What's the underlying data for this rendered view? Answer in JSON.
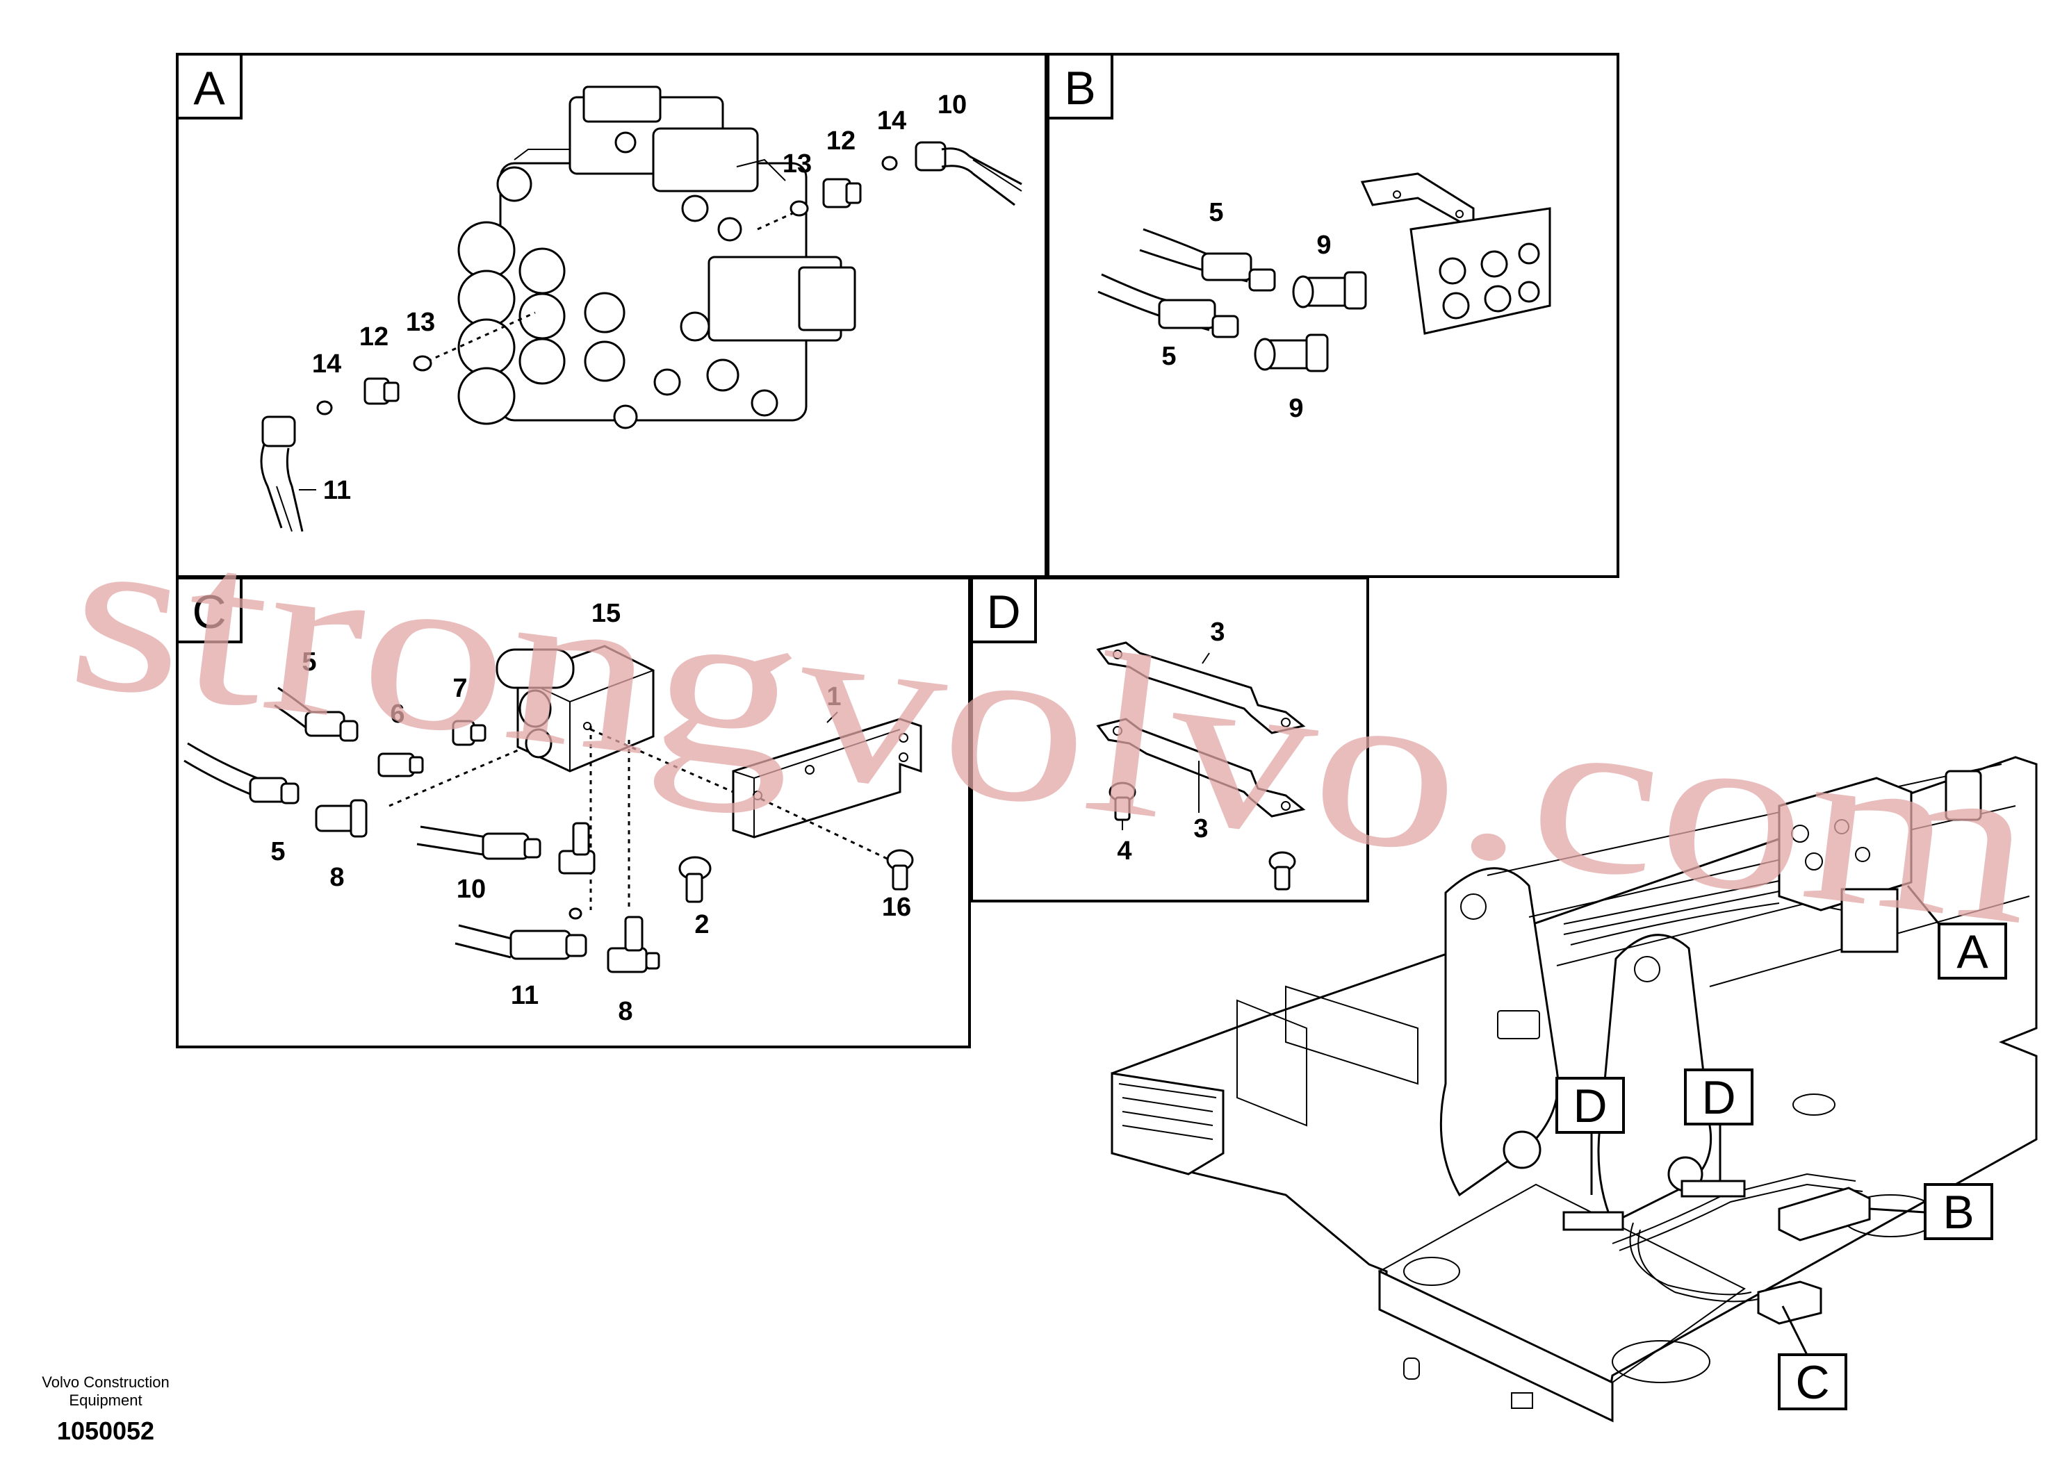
{
  "panels": [
    {
      "id": "A",
      "label": "A"
    },
    {
      "id": "B",
      "label": "B"
    },
    {
      "id": "C",
      "label": "C"
    },
    {
      "id": "D",
      "label": "D"
    }
  ],
  "callouts": {
    "A": [
      "10",
      "14",
      "12",
      "13",
      "12",
      "13",
      "14",
      "11"
    ],
    "B": [
      "5",
      "9",
      "5",
      "9"
    ],
    "C": [
      "15",
      "5",
      "7",
      "6",
      "1",
      "5",
      "8",
      "10",
      "2",
      "16",
      "11",
      "8"
    ],
    "D": [
      "3",
      "3",
      "4"
    ]
  },
  "overview_tags": [
    "A",
    "D",
    "D",
    "B",
    "C"
  ],
  "watermark": "strongvolvo.com",
  "footer": {
    "company_line1": "Volvo Construction",
    "company_line2": "Equipment",
    "figure_number": "1050052"
  }
}
